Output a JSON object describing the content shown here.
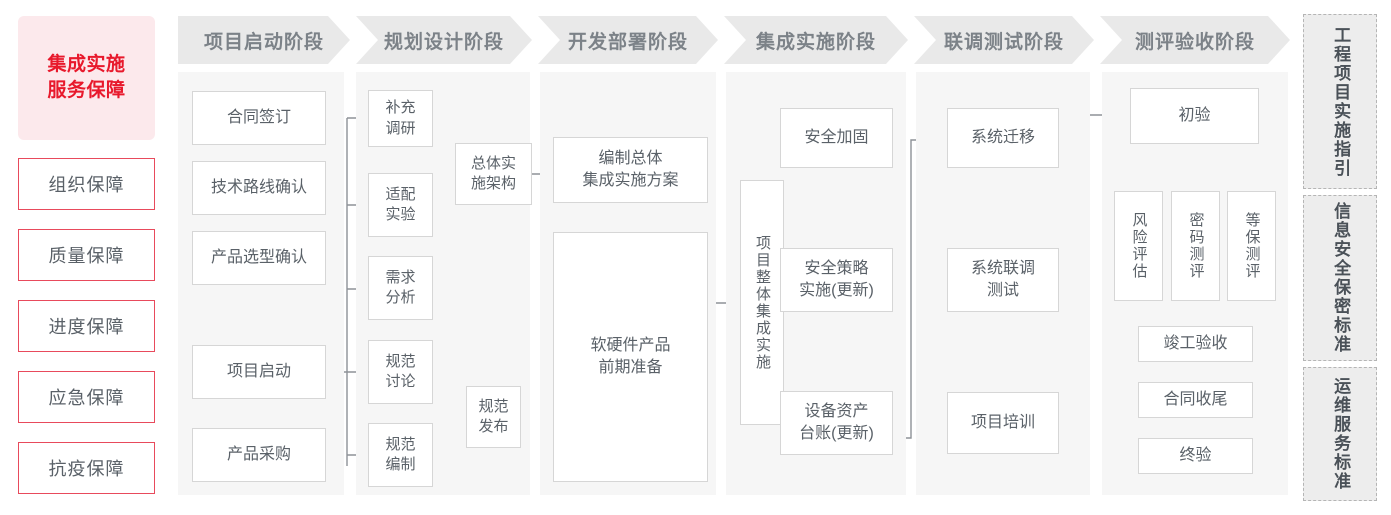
{
  "left_sidebar": {
    "lead": {
      "label": "集成实施\n服务保障",
      "color": "#e8192c",
      "bg": "#fce9ec"
    },
    "items": [
      {
        "label": "组织保障"
      },
      {
        "label": "质量保障"
      },
      {
        "label": "进度保障"
      },
      {
        "label": "应急保障"
      },
      {
        "label": "抗疫保障"
      }
    ]
  },
  "phases": [
    {
      "label": "项目启动阶段"
    },
    {
      "label": "规划设计阶段"
    },
    {
      "label": "开发部署阶段"
    },
    {
      "label": "集成实施阶段"
    },
    {
      "label": "联调测试阶段"
    },
    {
      "label": "测评验收阶段"
    }
  ],
  "nodes": {
    "p1": [
      {
        "label": "合同签订"
      },
      {
        "label": "技术路线确认"
      },
      {
        "label": "产品选型确认"
      },
      {
        "label": "项目启动"
      },
      {
        "label": "产品采购"
      }
    ],
    "p2": [
      {
        "label": "补充\n调研"
      },
      {
        "label": "适配\n实验"
      },
      {
        "label": "需求\n分析"
      },
      {
        "label": "规范\n讨论"
      },
      {
        "label": "规范\n编制"
      },
      {
        "label": "总体实\n施架构"
      },
      {
        "label": "规范\n发布"
      }
    ],
    "p3": [
      {
        "label": "编制总体\n集成实施方案"
      },
      {
        "label": "软硬件产品\n前期准备"
      }
    ],
    "p4": [
      {
        "label": "项目整体集成实施"
      },
      {
        "label": "安全加固"
      },
      {
        "label": "安全策略\n实施(更新)"
      },
      {
        "label": "设备资产\n台账(更新)"
      }
    ],
    "p5": [
      {
        "label": "系统迁移"
      },
      {
        "label": "系统联调\n测试"
      },
      {
        "label": "项目培训"
      }
    ],
    "p6": [
      {
        "label": "初验"
      },
      {
        "label": "风险评估"
      },
      {
        "label": "密码测评"
      },
      {
        "label": "等保测评"
      },
      {
        "label": "竣工验收"
      },
      {
        "label": "合同收尾"
      },
      {
        "label": "终验"
      }
    ]
  },
  "standards": [
    {
      "label": "工程项目实施指引"
    },
    {
      "label": "信息安全保密标准"
    },
    {
      "label": "运维服务标准"
    }
  ],
  "colors": {
    "accent": "#e8192c",
    "accent_bg": "#fce9ec",
    "header_bg": "#e9e9e9",
    "header_text": "#7c8288",
    "panel_bg": "#f6f6f6",
    "node_border": "#d6d6d6",
    "wire": "#8d9297",
    "std_bg": "#ededed",
    "std_border": "#b5b5b5"
  }
}
